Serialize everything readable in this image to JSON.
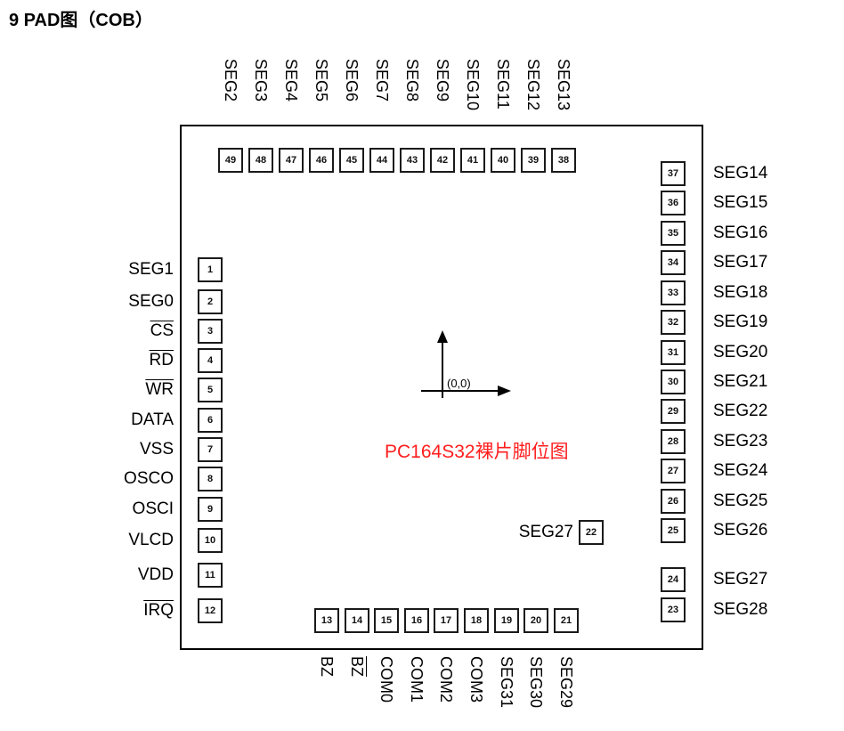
{
  "title": "9 PAD图（COB）",
  "chip": {
    "caption": "PC164S32裸片脚位图",
    "caption_color": "#ff1e1e",
    "origin_label": "(0,0)",
    "top_pads": [
      {
        "num": "49",
        "label": "SEG2"
      },
      {
        "num": "48",
        "label": "SEG3"
      },
      {
        "num": "47",
        "label": "SEG4"
      },
      {
        "num": "46",
        "label": "SEG5"
      },
      {
        "num": "45",
        "label": "SEG6"
      },
      {
        "num": "44",
        "label": "SEG7"
      },
      {
        "num": "43",
        "label": "SEG8"
      },
      {
        "num": "42",
        "label": "SEG9"
      },
      {
        "num": "41",
        "label": "SEG10"
      },
      {
        "num": "40",
        "label": "SEG11"
      },
      {
        "num": "39",
        "label": "SEG12"
      },
      {
        "num": "38",
        "label": "SEG13"
      }
    ],
    "right_pads": [
      {
        "num": "37",
        "label": "SEG14"
      },
      {
        "num": "36",
        "label": "SEG15"
      },
      {
        "num": "35",
        "label": "SEG16"
      },
      {
        "num": "34",
        "label": "SEG17"
      },
      {
        "num": "33",
        "label": "SEG18"
      },
      {
        "num": "32",
        "label": "SEG19"
      },
      {
        "num": "31",
        "label": "SEG20"
      },
      {
        "num": "30",
        "label": "SEG21"
      },
      {
        "num": "29",
        "label": "SEG22"
      },
      {
        "num": "28",
        "label": "SEG23"
      },
      {
        "num": "27",
        "label": "SEG24"
      },
      {
        "num": "26",
        "label": "SEG25"
      },
      {
        "num": "25",
        "label": "SEG26"
      },
      {
        "num": "24",
        "label": "SEG27"
      },
      {
        "num": "23",
        "label": "SEG28"
      }
    ],
    "left_pads": [
      {
        "num": "1",
        "label": "SEG1"
      },
      {
        "num": "2",
        "label": "SEG0"
      },
      {
        "num": "3",
        "label": "CS",
        "overline": true
      },
      {
        "num": "4",
        "label": "RD",
        "overline": true
      },
      {
        "num": "5",
        "label": "WR",
        "overline": true
      },
      {
        "num": "6",
        "label": "DATA"
      },
      {
        "num": "7",
        "label": "VSS"
      },
      {
        "num": "8",
        "label": "OSCO"
      },
      {
        "num": "9",
        "label": "OSCI"
      },
      {
        "num": "10",
        "label": "VLCD"
      },
      {
        "num": "11",
        "label": "VDD"
      },
      {
        "num": "12",
        "label": "IRQ",
        "overline": true
      }
    ],
    "bottom_pads": [
      {
        "num": "13",
        "label": "BZ"
      },
      {
        "num": "14",
        "label": "BZ",
        "overline": true
      },
      {
        "num": "15",
        "label": "COM0"
      },
      {
        "num": "16",
        "label": "COM1"
      },
      {
        "num": "17",
        "label": "COM2"
      },
      {
        "num": "18",
        "label": "COM3"
      },
      {
        "num": "19",
        "label": "SEG31"
      },
      {
        "num": "20",
        "label": "SEG30"
      },
      {
        "num": "21",
        "label": "SEG29"
      }
    ],
    "inner_pad": {
      "num": "22",
      "label": "SEG27"
    }
  }
}
